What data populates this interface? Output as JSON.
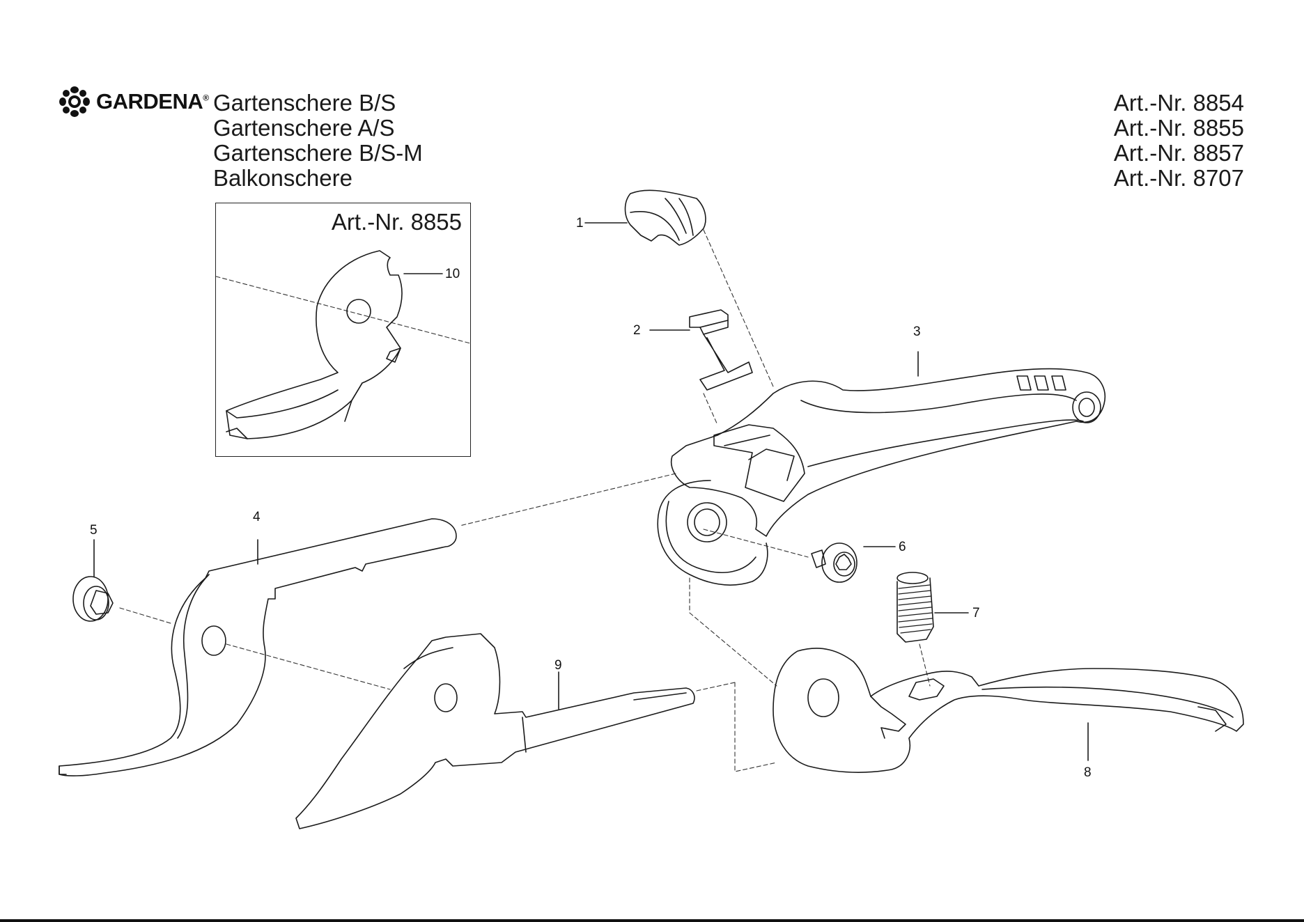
{
  "brand": {
    "name": "GARDENA",
    "trademark": "®",
    "logo_icon": "gardena-flower-logo-icon"
  },
  "titles": [
    "Gartenschere B/S",
    "Gartenschere A/S",
    "Gartenschere B/S-M",
    "Balkonschere"
  ],
  "article_numbers": [
    "Art.-Nr. 8854",
    "Art.-Nr. 8855",
    "Art.-Nr. 8857",
    "Art.-Nr. 8707"
  ],
  "inset": {
    "label": "Art.-Nr. 8855"
  },
  "callouts": [
    "1",
    "2",
    "3",
    "4",
    "5",
    "6",
    "7",
    "8",
    "9",
    "10"
  ],
  "colors": {
    "line": "#1a1a1a",
    "dash": "#333333",
    "background": "#ffffff"
  }
}
